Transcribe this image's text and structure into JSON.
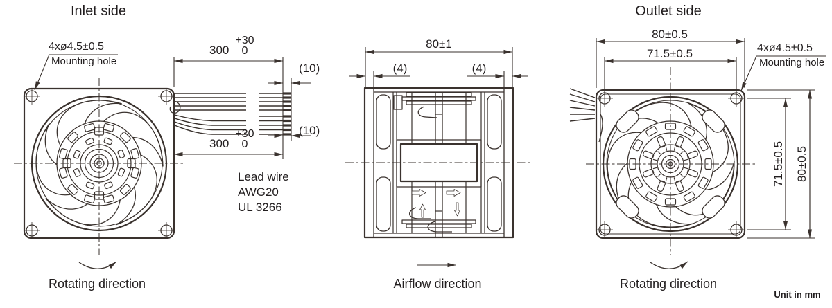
{
  "inlet": {
    "title": "Inlet side",
    "hole_note_dim": "4xø4.5±0.5",
    "hole_note_label": "Mounting hole",
    "rotating_label": "Rotating direction"
  },
  "side": {
    "depth_dim": "80±1",
    "flange_left_dim": "(4)",
    "flange_right_dim": "(4)",
    "airflow_label": "Airflow direction"
  },
  "outlet": {
    "title": "Outlet side",
    "width_dim": "80±0.5",
    "hole_pitch_h_dim": "71.5±0.5",
    "height_dim": "80±0.5",
    "hole_pitch_v_dim": "71.5±0.5",
    "hole_note_dim": "4xø4.5±0.5",
    "hole_note_label": "Mounting hole",
    "rotating_label": "Rotating direction"
  },
  "lead_wire": {
    "length_top": {
      "nominal": "300",
      "tol_plus": "+30",
      "tol_minus": "0"
    },
    "length_bottom": {
      "nominal": "300",
      "tol_plus": "+30",
      "tol_minus": "0"
    },
    "strip_top": "(10)",
    "strip_bottom": "(10)",
    "label_line1": "Lead wire",
    "label_line2": "AWG20",
    "label_line3": "UL 3266"
  },
  "note": "Unit in mm",
  "colors": {
    "line": "#3a322e",
    "text": "#221e1f",
    "background": "#ffffff"
  }
}
